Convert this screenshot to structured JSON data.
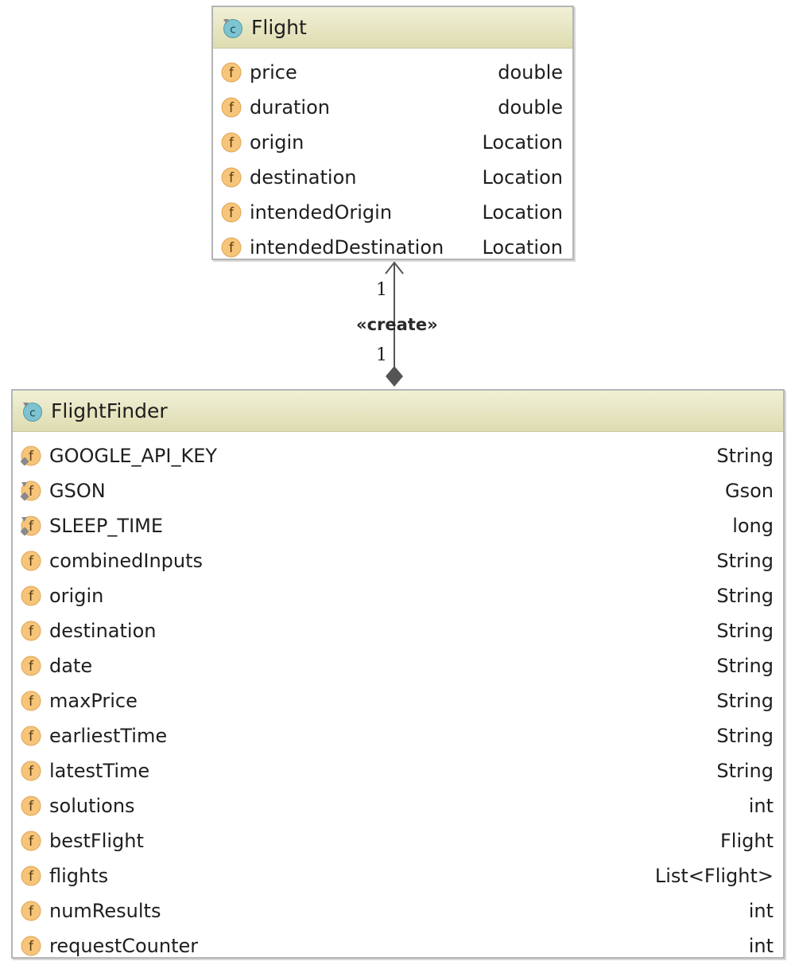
{
  "diagram": {
    "classes": [
      {
        "name": "Flight",
        "icon": "class-icon",
        "fields": [
          {
            "name": "price",
            "type": "double",
            "icon": "field-icon"
          },
          {
            "name": "duration",
            "type": "double",
            "icon": "field-icon"
          },
          {
            "name": "origin",
            "type": "Location",
            "icon": "field-icon"
          },
          {
            "name": "destination",
            "type": "Location",
            "icon": "field-icon"
          },
          {
            "name": "intendedOrigin",
            "type": "Location",
            "icon": "field-icon"
          },
          {
            "name": "intendedDestination",
            "type": "Location",
            "icon": "field-icon"
          }
        ]
      },
      {
        "name": "FlightFinder",
        "icon": "class-icon",
        "fields": [
          {
            "name": "GOOGLE_API_KEY",
            "type": "String",
            "icon": "private-final-field-icon"
          },
          {
            "name": "GSON",
            "type": "Gson",
            "icon": "private-static-final-field-icon"
          },
          {
            "name": "SLEEP_TIME",
            "type": "long",
            "icon": "private-static-final-field-icon"
          },
          {
            "name": "combinedInputs",
            "type": "String",
            "icon": "field-icon"
          },
          {
            "name": "origin",
            "type": "String",
            "icon": "field-icon"
          },
          {
            "name": "destination",
            "type": "String",
            "icon": "field-icon"
          },
          {
            "name": "date",
            "type": "String",
            "icon": "field-icon"
          },
          {
            "name": "maxPrice",
            "type": "String",
            "icon": "field-icon"
          },
          {
            "name": "earliestTime",
            "type": "String",
            "icon": "field-icon"
          },
          {
            "name": "latestTime",
            "type": "String",
            "icon": "field-icon"
          },
          {
            "name": "solutions",
            "type": "int",
            "icon": "field-icon"
          },
          {
            "name": "bestFlight",
            "type": "Flight",
            "icon": "field-icon"
          },
          {
            "name": "flights",
            "type": "List<Flight>",
            "icon": "field-icon"
          },
          {
            "name": "numResults",
            "type": "int",
            "icon": "field-icon"
          },
          {
            "name": "requestCounter",
            "type": "int",
            "icon": "field-icon"
          }
        ]
      }
    ],
    "relation": {
      "stereotype": "«create»",
      "source_multiplicity": "1",
      "target_multiplicity": "1",
      "kind": "composition"
    },
    "colors": {
      "header_top": "#f1f0d6",
      "header_bottom": "#dddcb0",
      "border": "#b5b5b5",
      "field_icon": "#f6c57a",
      "class_icon": "#7ec4d0",
      "connector": "#555555"
    }
  }
}
